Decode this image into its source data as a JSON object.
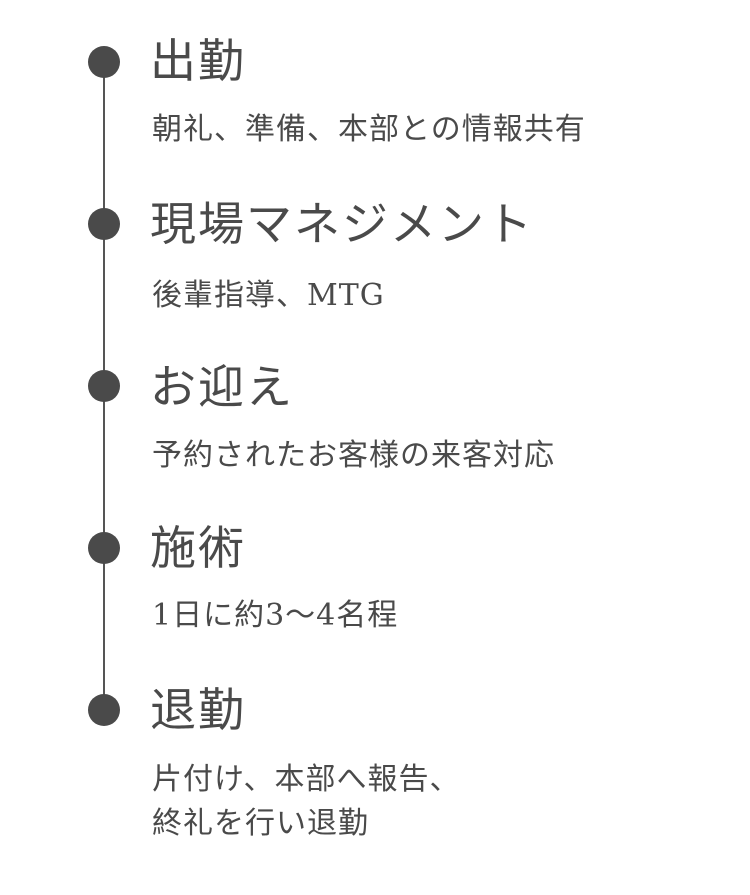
{
  "timeline": {
    "steps": [
      {
        "title": "出勤",
        "description": "朝礼、準備、本部との情報共有"
      },
      {
        "title": "現場マネジメント",
        "description": "後輩指導、MTG"
      },
      {
        "title": "お迎え",
        "description": "予約されたお客様の来客対応"
      },
      {
        "title": "施術",
        "description": "1日に約3〜4名程"
      },
      {
        "title": "退勤",
        "description": "片付け、本部へ報告、\n終礼を行い退勤"
      }
    ]
  },
  "colors": {
    "text": "#4a4a4a",
    "line": "#555555",
    "dot": "#4a4a4a",
    "background": "#ffffff"
  }
}
